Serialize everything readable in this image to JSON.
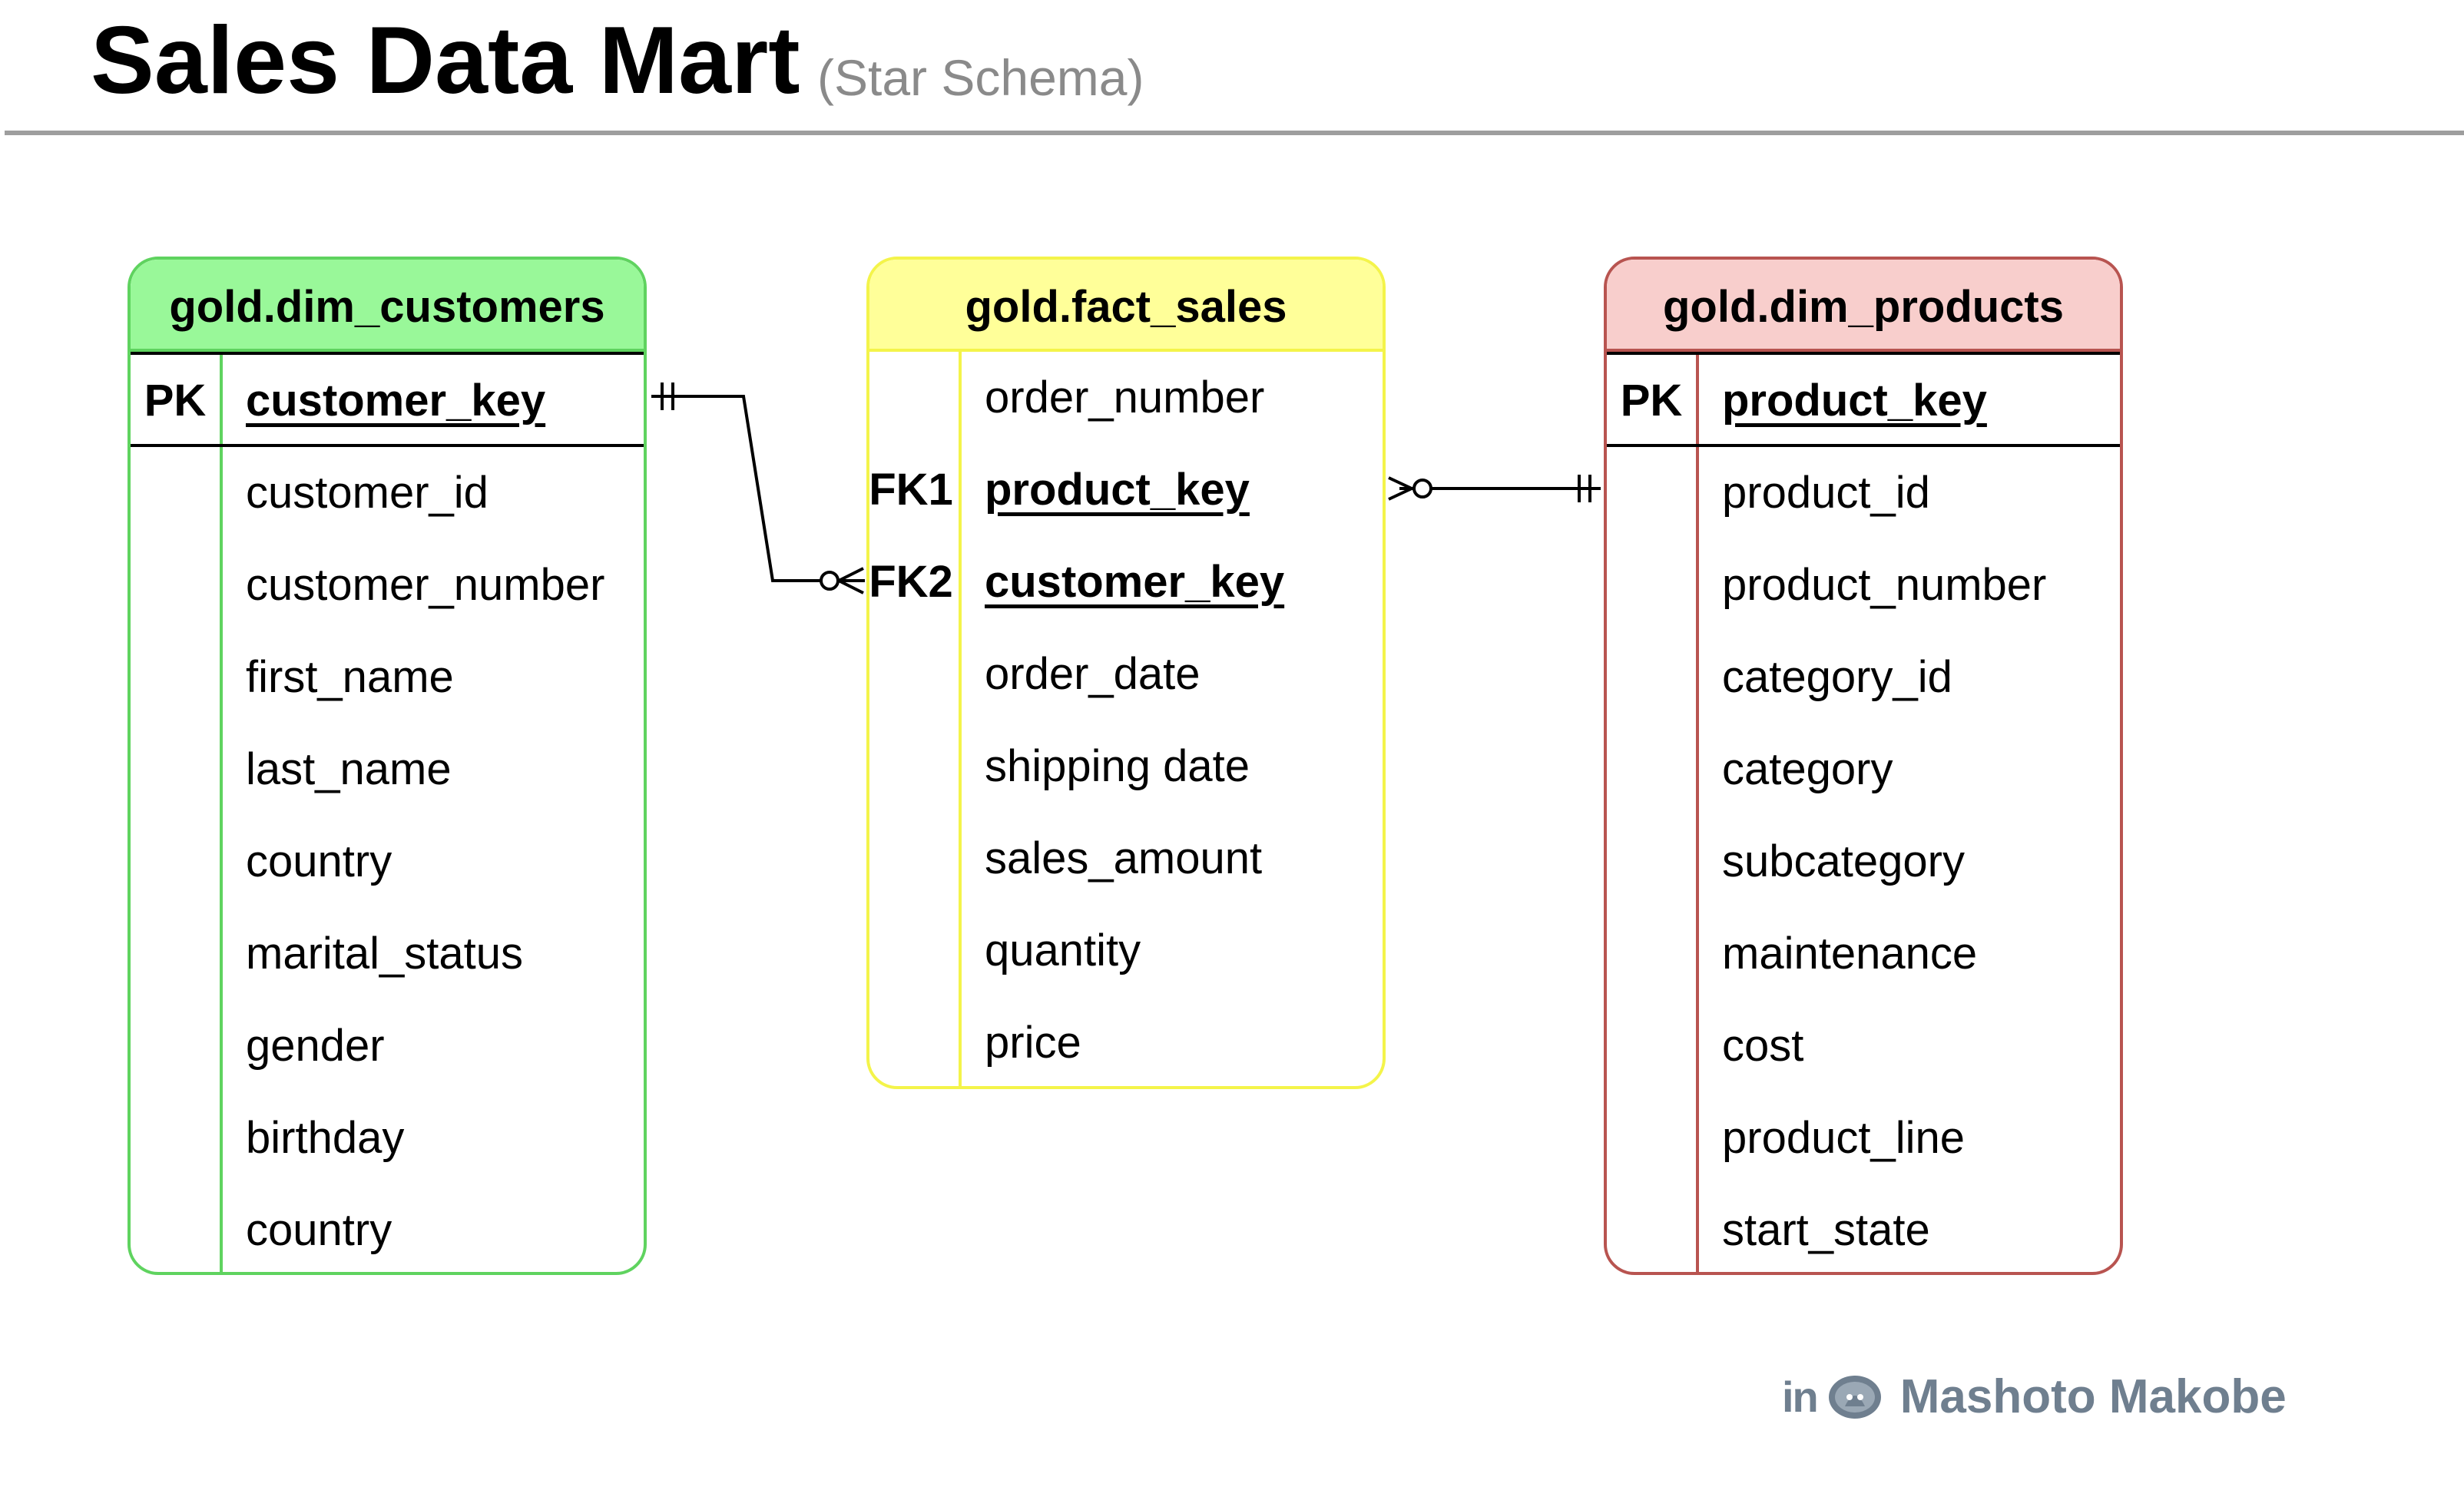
{
  "header": {
    "title": "Sales Data Mart",
    "subtitle": "(Star Schema)"
  },
  "entities": {
    "customers": {
      "name": "gold.dim_customers",
      "pk_label": "PK",
      "pk_field": "customer_key",
      "fields": [
        "customer_id",
        "customer_number",
        "first_name",
        "last_name",
        "country",
        "marital_status",
        "gender",
        "birthday",
        "country"
      ],
      "color": "#5fd35f"
    },
    "sales": {
      "name": "gold.fact_sales",
      "rows": [
        {
          "key": "",
          "field": "order_number"
        },
        {
          "key": "FK1",
          "field": "product_key"
        },
        {
          "key": "FK2",
          "field": "customer_key"
        },
        {
          "key": "",
          "field": "order_date"
        },
        {
          "key": "",
          "field": "shipping date"
        },
        {
          "key": "",
          "field": "sales_amount"
        },
        {
          "key": "",
          "field": "quantity"
        },
        {
          "key": "",
          "field": "price"
        }
      ],
      "color": "#f4f44a"
    },
    "products": {
      "name": "gold.dim_products",
      "pk_label": "PK",
      "pk_field": "product_key",
      "fields": [
        "product_id",
        "product_number",
        "category_id",
        "category",
        "subcategory",
        "maintenance",
        "cost",
        "product_line",
        "start_state"
      ],
      "color": "#b85450"
    }
  },
  "relationships": [
    {
      "from": "gold.dim_customers.customer_key",
      "from_cardinality": "one-and-only-one",
      "to": "gold.fact_sales.customer_key",
      "to_cardinality": "zero-or-many"
    },
    {
      "from": "gold.dim_products.product_key",
      "from_cardinality": "one-and-only-one",
      "to": "gold.fact_sales.product_key",
      "to_cardinality": "zero-or-many"
    }
  ],
  "branding": {
    "icons": [
      "linkedin-icon",
      "github-icon"
    ],
    "linkedin_text": "in",
    "author": "Mashoto Makobe"
  }
}
